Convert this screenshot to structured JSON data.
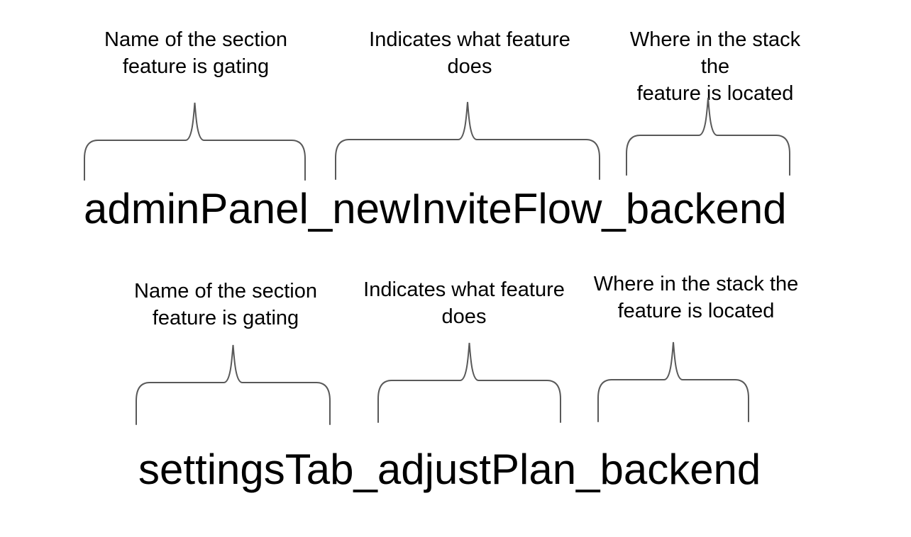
{
  "page": {
    "background": "#ffffff"
  },
  "colors": {
    "text": "#000000",
    "brace_stroke": "#595959"
  },
  "examples": [
    {
      "flag_name": "adminPanel_newInviteFlow_backend",
      "annotations": [
        {
          "label": "Name of the section\nfeature is gating"
        },
        {
          "label": "Indicates what feature\ndoes"
        },
        {
          "label": "Where in the stack the\nfeature is located"
        }
      ]
    },
    {
      "flag_name": "settingsTab_adjustPlan_backend",
      "annotations": [
        {
          "label": "Name of the section\nfeature is gating"
        },
        {
          "label": "Indicates what feature\ndoes"
        },
        {
          "label": "Where in the stack the\nfeature is located"
        }
      ]
    }
  ]
}
